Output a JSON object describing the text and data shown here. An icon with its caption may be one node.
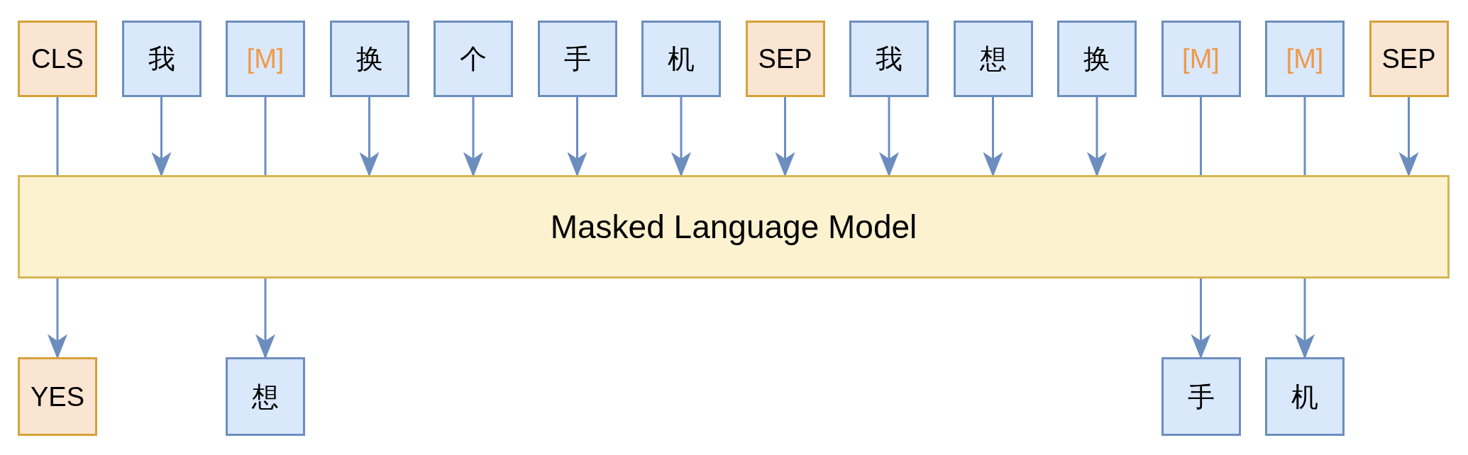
{
  "diagram": {
    "nodes": [
      {
        "text": [
          "CLS"
        ]
      },
      {
        "text": [
          "我"
        ]
      },
      {
        "text": [
          "[M]"
        ]
      },
      {
        "text": [
          "换"
        ]
      },
      {
        "text": [
          "个"
        ]
      },
      {
        "text": [
          "手"
        ]
      },
      {
        "text": [
          "机"
        ]
      },
      {
        "text": [
          "SEP"
        ]
      },
      {
        "text": [
          "我"
        ]
      },
      {
        "text": [
          "想"
        ]
      },
      {
        "text": [
          "换"
        ]
      },
      {
        "text": [
          "[M]"
        ]
      },
      {
        "text": [
          "[M]"
        ]
      },
      {
        "text": [
          "SEP"
        ]
      },
      {
        "text": [
          "Masked Language Model"
        ]
      },
      {
        "text": [
          "YES"
        ]
      },
      {
        "text": [
          "想"
        ]
      },
      {
        "text": [
          "手"
        ]
      },
      {
        "text": [
          "机"
        ]
      }
    ],
    "edges": [
      {
        "from": 0,
        "to": 14,
        "arrow": "none"
      },
      {
        "from": 1,
        "to": 14,
        "arrow": "to"
      },
      {
        "from": 2,
        "to": 14,
        "arrow": "none"
      },
      {
        "from": 3,
        "to": 14,
        "arrow": "to"
      },
      {
        "from": 4,
        "to": 14,
        "arrow": "to"
      },
      {
        "from": 5,
        "to": 14,
        "arrow": "to"
      },
      {
        "from": 6,
        "to": 14,
        "arrow": "to"
      },
      {
        "from": 7,
        "to": 14,
        "arrow": "to"
      },
      {
        "from": 8,
        "to": 14,
        "arrow": "to"
      },
      {
        "from": 9,
        "to": 14,
        "arrow": "to"
      },
      {
        "from": 10,
        "to": 14,
        "arrow": "to"
      },
      {
        "from": 11,
        "to": 14,
        "arrow": "none"
      },
      {
        "from": 12,
        "to": 14,
        "arrow": "none"
      },
      {
        "from": 13,
        "to": 14,
        "arrow": "to"
      },
      {
        "from": 14,
        "to": 15,
        "arrow": "to"
      },
      {
        "from": 14,
        "to": 16,
        "arrow": "to"
      },
      {
        "from": 14,
        "to": 17,
        "arrow": "to"
      },
      {
        "from": 14,
        "to": 18,
        "arrow": "to"
      }
    ]
  }
}
